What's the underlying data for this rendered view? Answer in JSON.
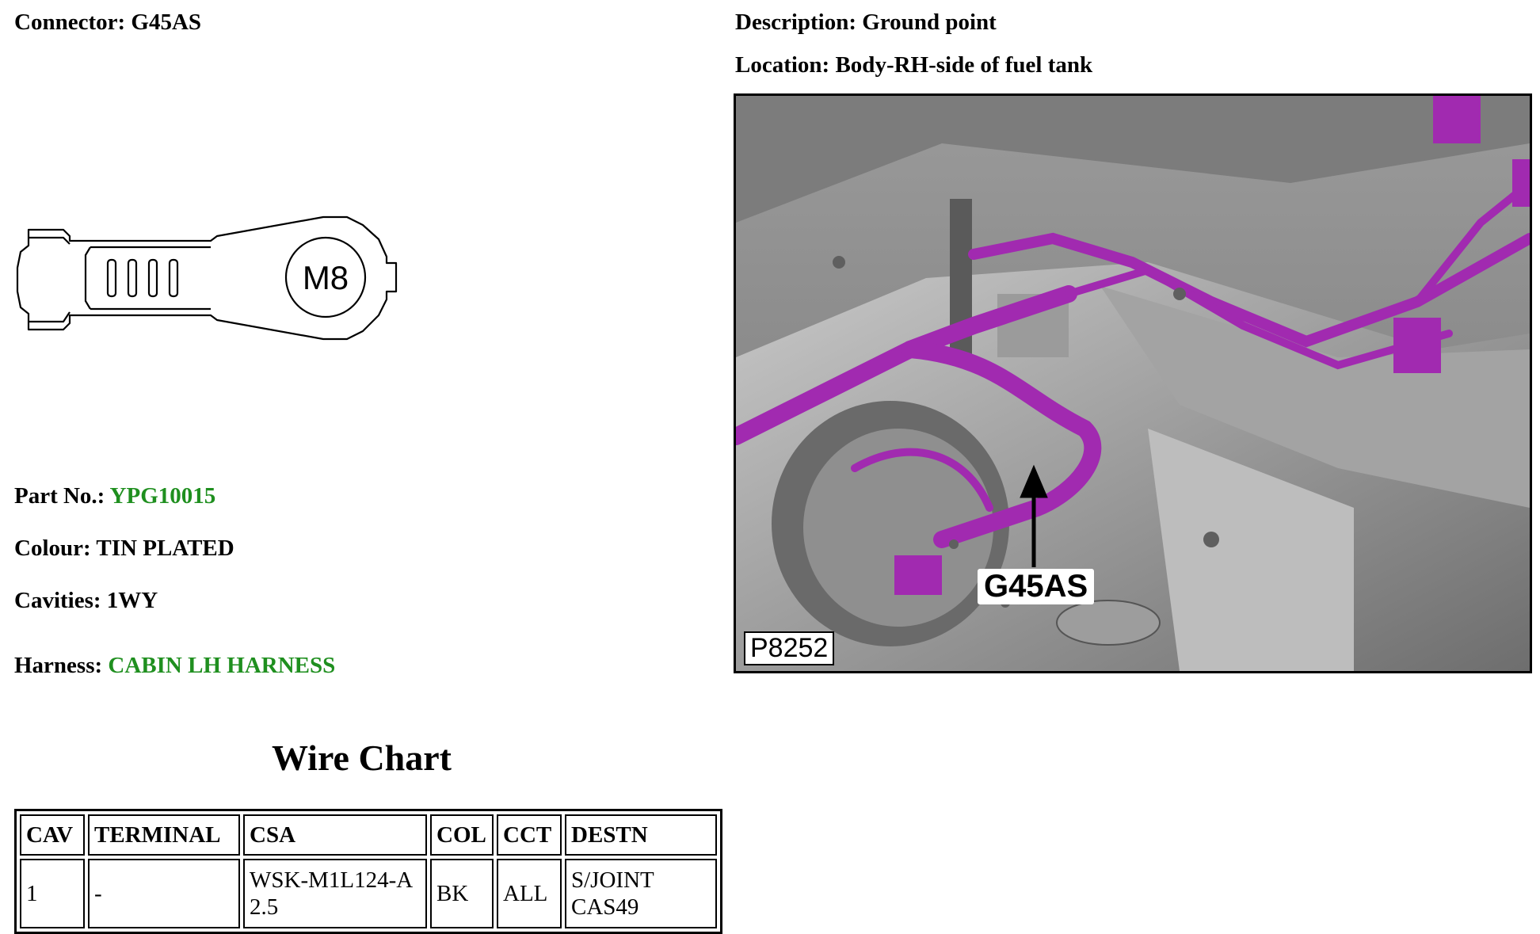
{
  "connector": {
    "label": "Connector:",
    "value": "G45AS"
  },
  "description": {
    "label": "Description:",
    "value": "Ground point"
  },
  "location": {
    "label": "Location:",
    "value": "Body-RH-side of fuel tank"
  },
  "terminal_drawing": {
    "stud_label": "M8"
  },
  "part_no": {
    "label": "Part No.:",
    "value": "YPG10015"
  },
  "colour": {
    "label": "Colour:",
    "value": "TIN PLATED"
  },
  "cavities": {
    "label": "Cavities:",
    "value": "1WY"
  },
  "harness": {
    "label": "Harness:",
    "value": "CABIN LH HARNESS"
  },
  "wire_chart": {
    "title": "Wire Chart",
    "headers": [
      "CAV",
      "TERMINAL",
      "CSA",
      "COL",
      "CCT",
      "DESTN"
    ],
    "rows": [
      {
        "cav": "1",
        "terminal": "-",
        "csa": "WSK-M1L124-A 2.5",
        "col": "BK",
        "cct": "ALL",
        "destn": "S/JOINT CAS49"
      }
    ]
  },
  "photo": {
    "callout": "G45AS",
    "ref": "P8252"
  },
  "colors": {
    "link_green": "#1f8f1f",
    "harness_magenta": "#a12ab0"
  }
}
